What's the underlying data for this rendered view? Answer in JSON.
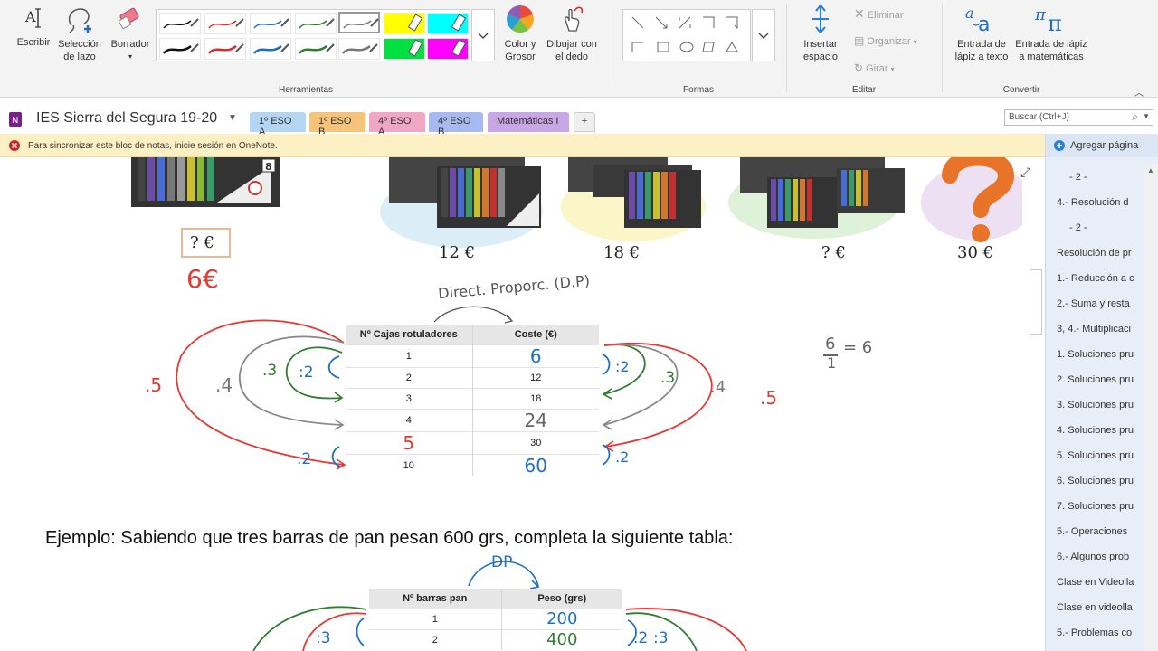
{
  "ribbon": {
    "write": "Escribir",
    "lasso": [
      "Selección",
      "de lazo"
    ],
    "eraser": "Borrador",
    "color_size": [
      "Color y",
      "Grosor"
    ],
    "finger": [
      "Dibujar con",
      "el dedo"
    ],
    "insert_space": [
      "Insertar",
      "espacio"
    ],
    "delete": "Eliminar",
    "arrange": "Organizar",
    "rotate": "Girar",
    "ink_to_text": [
      "Entrada de",
      "lápiz a texto"
    ],
    "ink_to_math": [
      "Entrada de lápiz",
      "a matemáticas"
    ],
    "groups": {
      "tools": "Herramientas",
      "shapes": "Formas",
      "edit": "Editar",
      "convert": "Convertir"
    },
    "pen_colors": [
      "#111111",
      "#d32f2f",
      "#1e6fbf",
      "#2e7d32",
      "#777777",
      "#ffff00",
      "#00ffff",
      "#111111",
      "#d32f2f",
      "#1e6fbf",
      "#2e7d32",
      "#777777",
      "#00e040",
      "#ff00ff"
    ]
  },
  "notebook": {
    "title": "IES Sierra del Segura 19-20",
    "tabs": [
      {
        "label": "1º ESO A",
        "color": "#b4d6f2"
      },
      {
        "label": "1º ESO B",
        "color": "#f6c37a"
      },
      {
        "label": "4º ESO A",
        "color": "#f0a7c6"
      },
      {
        "label": "4º ESO B",
        "color": "#a7b9ef"
      },
      {
        "label": "Matemáticas I",
        "color": "#c9a7e6"
      },
      {
        "label": "+",
        "color": "#eeeeee"
      }
    ],
    "search_placeholder": "Buscar (Ctrl+J)"
  },
  "warning": "Para sincronizar este bloc de notas, inicie sesión en OneNote.",
  "pages": {
    "add": "Agregar página",
    "items": [
      "- 2 -",
      "4.- Resolución d",
      "- 2 -",
      "Resolución de pr",
      "1.- Reducción a c",
      "2.- Suma y resta",
      "3, 4.- Multiplicaci",
      "1. Soluciones pru",
      "2. Soluciones pru",
      "3. Soluciones pru",
      "4. Soluciones pru",
      "5. Soluciones pru",
      "6. Soluciones pru",
      "7. Soluciones pru",
      "5.- Operaciones",
      "6.- Algunos prob",
      "Clase en Videolla",
      "Clase en videolla",
      "5.- Problemas co"
    ]
  },
  "canvas": {
    "prices": [
      "? €",
      "12 €",
      "18 €",
      "? €",
      "30 €"
    ],
    "answer_6": "6€",
    "annotation_dp": "Direct. Proporc. (D.P)",
    "table1": {
      "headers": [
        "Nº Cajas rotuladores",
        "Coste (€)"
      ],
      "rows": [
        [
          "1",
          ""
        ],
        [
          "2",
          "12"
        ],
        [
          "3",
          "18"
        ],
        [
          "4",
          ""
        ],
        [
          "",
          "30"
        ],
        [
          "10",
          ""
        ]
      ],
      "handwritten_values": [
        "6",
        "24",
        "5",
        "60"
      ]
    },
    "left_ops": [
      ".5",
      ".4",
      ".3",
      ":2",
      ".2"
    ],
    "right_ops": [
      ":2",
      ".3",
      ".4",
      ".5",
      ".2"
    ],
    "fraction_num": "6",
    "fraction_den": "1",
    "fraction_eq": "= 6",
    "example": "Ejemplo: Sabiendo que tres barras de pan pesan 600 grs, completa la siguiente tabla:",
    "annotation_dp2": "DP",
    "table2": {
      "headers": [
        "Nº barras pan",
        "Peso (grs)"
      ],
      "rows": [
        [
          "1",
          ""
        ],
        [
          "2",
          ""
        ]
      ],
      "handwritten_values": [
        "200",
        "400"
      ]
    },
    "ops2": [
      ":3",
      ".2",
      ":3"
    ]
  }
}
